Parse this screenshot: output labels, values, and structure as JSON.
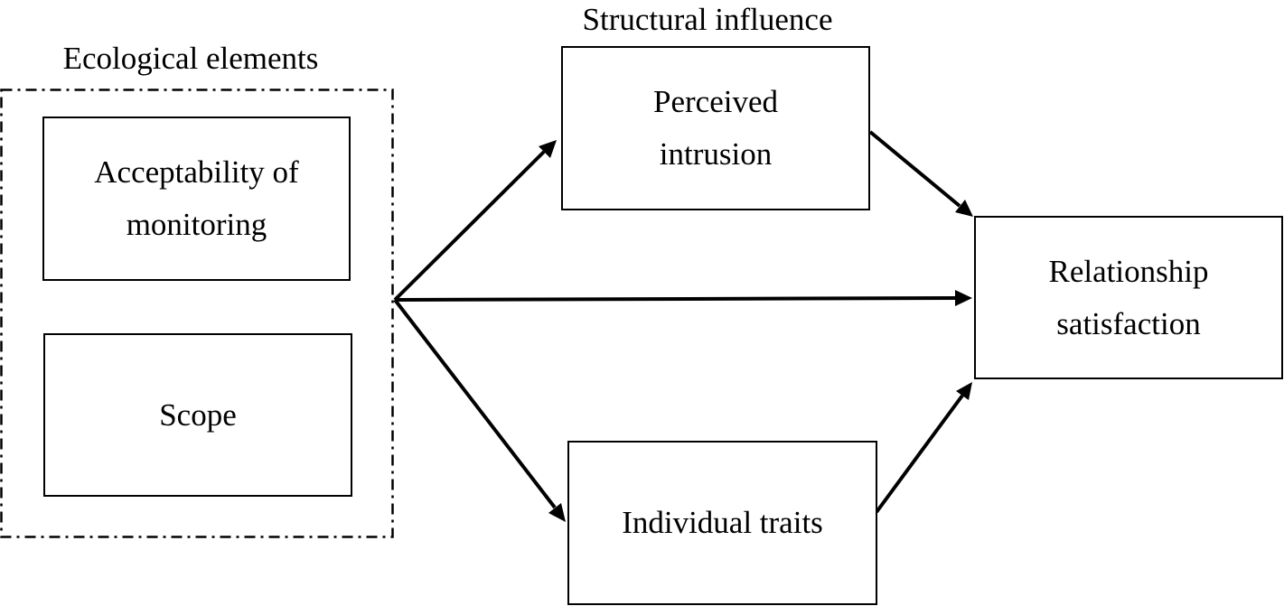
{
  "groups": {
    "ecological": {
      "title": "Ecological elements"
    },
    "structural": {
      "title": "Structural influence"
    }
  },
  "nodes": {
    "acceptability": {
      "label_lines": [
        "Acceptability of",
        "monitoring"
      ]
    },
    "scope": {
      "label_lines": [
        "Scope"
      ]
    },
    "perceived_intrusion": {
      "label_lines": [
        "Perceived",
        "intrusion"
      ]
    },
    "individual_traits": {
      "label_lines": [
        "Individual traits"
      ]
    },
    "relationship_satisfaction": {
      "label_lines": [
        "Relationship",
        "satisfaction"
      ]
    }
  },
  "edges": [
    {
      "from": "ecological",
      "to": "perceived_intrusion"
    },
    {
      "from": "ecological",
      "to": "relationship_satisfaction"
    },
    {
      "from": "ecological",
      "to": "individual_traits"
    },
    {
      "from": "perceived_intrusion",
      "to": "relationship_satisfaction"
    },
    {
      "from": "individual_traits",
      "to": "relationship_satisfaction"
    }
  ]
}
